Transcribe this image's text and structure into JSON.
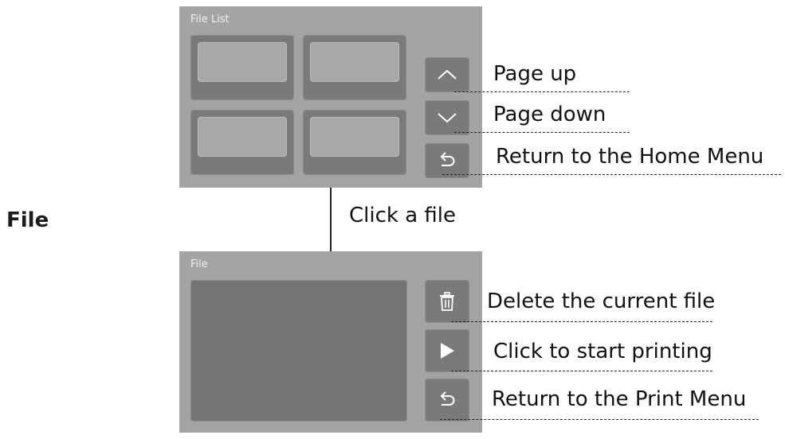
{
  "section_label": "File",
  "connector_label": "Click a file",
  "file_list_screen": {
    "title": "File List",
    "buttons": [
      {
        "icon": "chevron-up-icon",
        "callout": "Page up"
      },
      {
        "icon": "chevron-down-icon",
        "callout": "Page down"
      },
      {
        "icon": "return-icon",
        "callout": "Return to the Home Menu"
      }
    ]
  },
  "file_screen": {
    "title": "File",
    "buttons": [
      {
        "icon": "trash-icon",
        "callout": "Delete the current file"
      },
      {
        "icon": "play-icon",
        "callout": "Click to start printing"
      },
      {
        "icon": "return-icon",
        "callout": "Return to the Print Menu"
      }
    ]
  },
  "colors": {
    "screen_bg": "#a3a3a3",
    "tile_bg": "#7a7a7a",
    "icon": "#ffffff"
  }
}
